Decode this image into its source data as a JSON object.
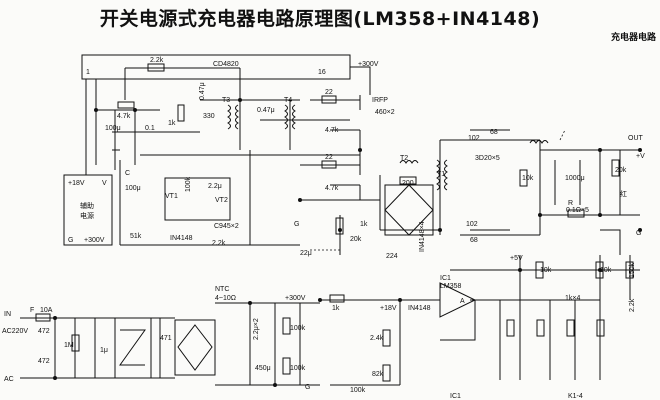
{
  "title": "开关电源式充电器电路原理图(LM358+IN4148)",
  "corner_label": "充电器电路",
  "labels": {
    "r_2k2_top": "2.2k",
    "ic_cd4820": "CD4820",
    "pin1": "1",
    "pin16": "16",
    "v300_top": "+300V",
    "c047_a": "0.47μ",
    "r330": "330",
    "t3": "T3",
    "c047_b": "0.47μ",
    "t4": "T4",
    "r22_a": "22",
    "irfp": "IRFP",
    "irfp_qty": "460×2",
    "r4k7_a": "4.7k",
    "c100u_a": "100μ",
    "c01": "0.1",
    "r1k_a": "1k",
    "r4k7_b": "4.7k",
    "c100u_b": "100μ",
    "vt1": "VT1",
    "r100k_a": "100k",
    "c2u2": "2.2μ",
    "vt2": "VT2",
    "c945": "C945×2",
    "r2k2_b": "2.2k",
    "in4148_a": "IN4148",
    "r51k": "51k",
    "r22_b": "22",
    "r4k7_c": "4.7k",
    "t2": "T2",
    "g_a": "G",
    "r1k_b": "1k",
    "r20k_a": "20k",
    "c22u": "22μ",
    "c224": "224",
    "r200": "200",
    "in4148x4": "IN4148×4",
    "v18_box": "+18V",
    "g_box": "G",
    "box_line1": "辅助",
    "box_line2": "电源",
    "v300_box": "+300V",
    "t1": "T1",
    "c102_a": "102",
    "r68_a": "68",
    "d3d20": "3D20×5",
    "r10k_a": "10k",
    "c1000u": "1000μ",
    "r20k_b": "20k",
    "c102_b": "102",
    "r68_b": "68",
    "r_sense": "R",
    "r_sense_val": "0.1Ω×5",
    "red": "红",
    "out_label": "OUT",
    "vplus": "+V",
    "gnd_right": "G",
    "v5": "+5V",
    "r10k_b": "10k",
    "r10k_c": "10k",
    "r150k": "150k",
    "r2k2_c": "2.2k",
    "r1kx4": "1k×4",
    "ic1_a": "IC1",
    "lm358": "LM358",
    "amp_a": "A",
    "r1k_c": "1k",
    "in4148_b": "IN4148",
    "v18_b": "+18V",
    "r2k4": "2.4k",
    "r82k": "82k",
    "r100k_b": "100k",
    "ic1_b": "IC1",
    "k14": "K1-4",
    "in_label": "IN",
    "fuse": "F",
    "fuse_val": "10A",
    "ac220": "AC220V",
    "c472_a": "472",
    "c472_b": "472",
    "ac": "AC",
    "r1m": "1M",
    "c1u": "1μ",
    "c471": "471",
    "ntc": "NTC",
    "ntc_val": "4~10Ω",
    "v300_b": "+300V",
    "c2u2x2": "2.2μ×2",
    "r100k_c": "100k",
    "r100k_d": "100k",
    "c450u": "450μ",
    "g_b": "G"
  }
}
